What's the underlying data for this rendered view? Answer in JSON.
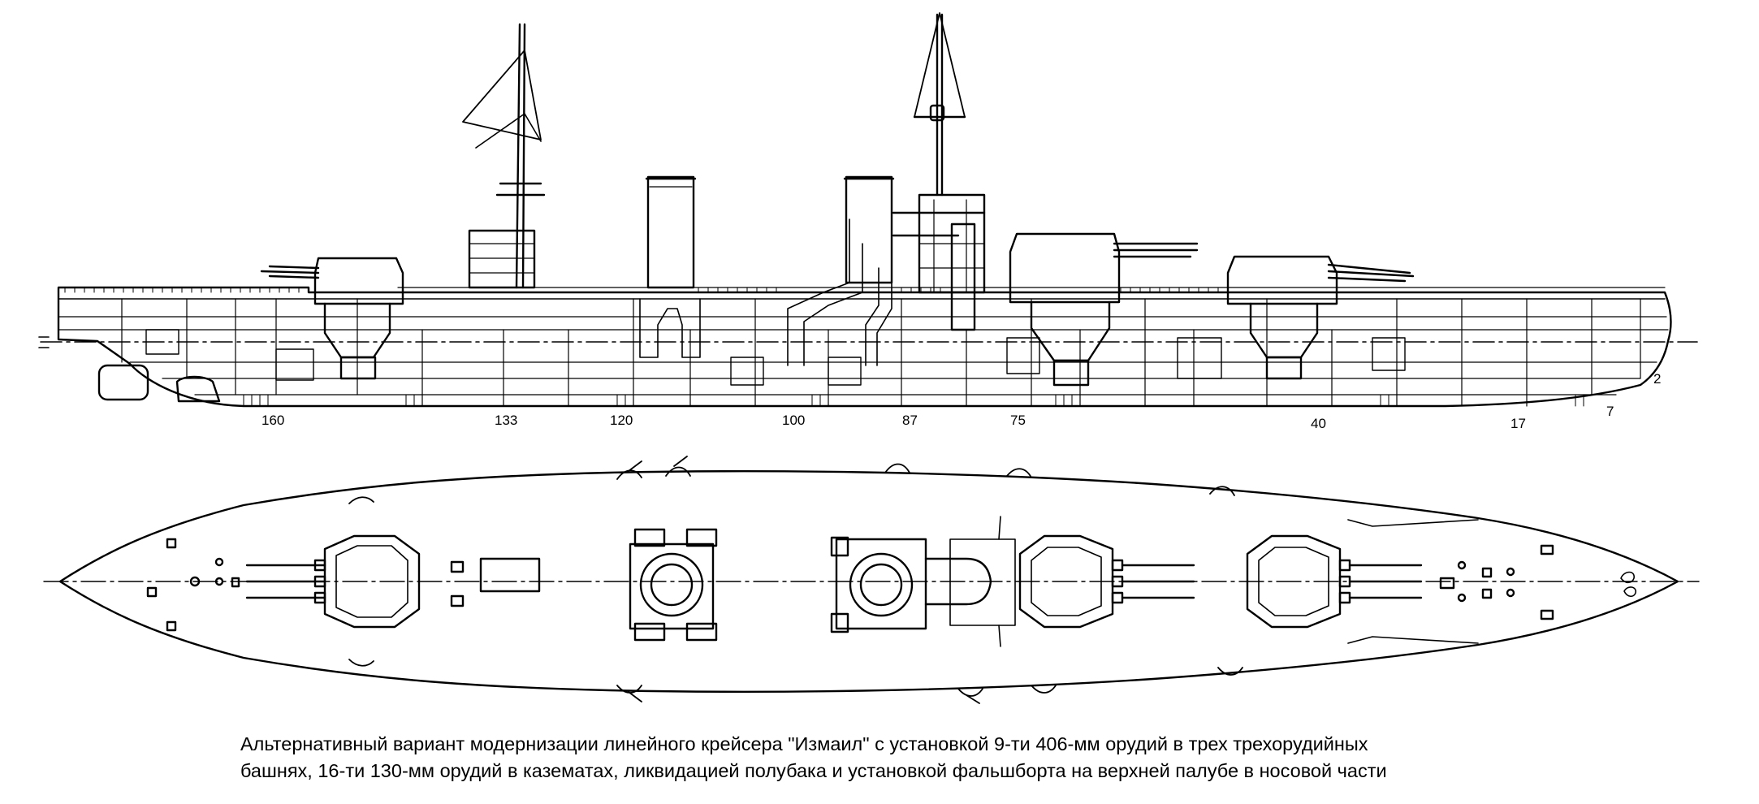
{
  "side_view": {
    "frame_labels": [
      "160",
      "133",
      "120",
      "100",
      "87",
      "75",
      "40",
      "17",
      "7"
    ],
    "bow_label": "2"
  },
  "caption": {
    "line1": "Альтернативный вариант модернизации линейного крейсера \"Измаил\" с установкой 9-ти 406-мм орудий в трех трехорудийных",
    "line2": "башнях, 16-ти 130-мм орудий в казематах, ликвидацией полубака и установкой фальшборта на верхней палубе в носовой части"
  },
  "colors": {
    "ink": "#000000",
    "paper": "#ffffff"
  }
}
